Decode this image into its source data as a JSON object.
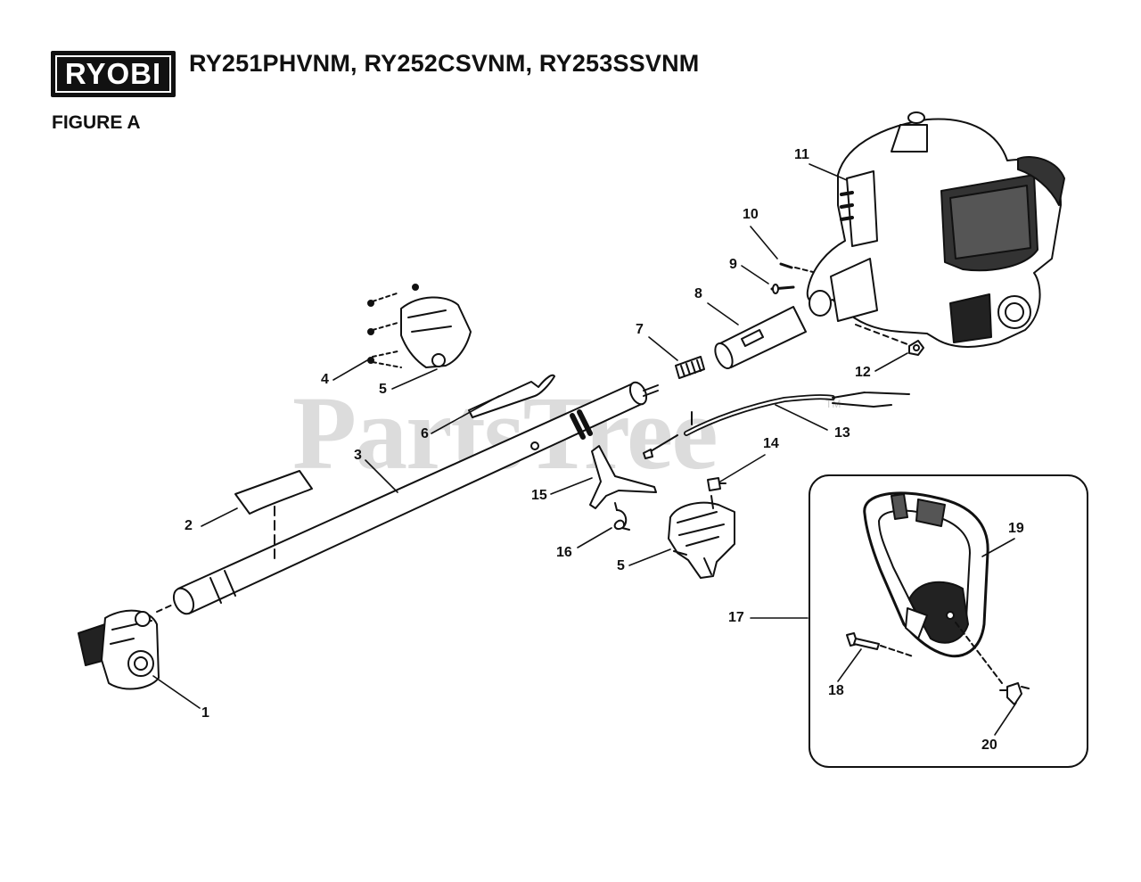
{
  "header": {
    "logo_text": "RYOBI",
    "models": "RY251PHVNM, RY252CSVNM, RY253SSVNM",
    "figure": "FIGURE A"
  },
  "watermark": {
    "text": "PartsTree",
    "tm": "TM"
  },
  "parts": [
    {
      "number": "1"
    },
    {
      "number": "2"
    },
    {
      "number": "3"
    },
    {
      "number": "4"
    },
    {
      "number": "5"
    },
    {
      "number": "5"
    },
    {
      "number": "6"
    },
    {
      "number": "7"
    },
    {
      "number": "8"
    },
    {
      "number": "9"
    },
    {
      "number": "10"
    },
    {
      "number": "11"
    },
    {
      "number": "12"
    },
    {
      "number": "13"
    },
    {
      "number": "14"
    },
    {
      "number": "15"
    },
    {
      "number": "16"
    },
    {
      "number": "17"
    },
    {
      "number": "18"
    },
    {
      "number": "19"
    },
    {
      "number": "20"
    }
  ]
}
